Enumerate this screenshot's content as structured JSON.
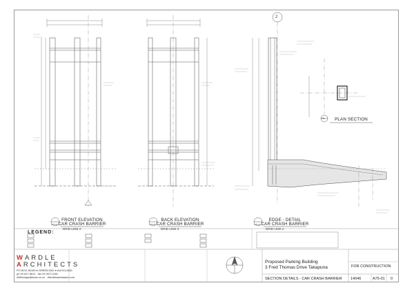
{
  "views": {
    "front": {
      "title": "FRONT ELEVATION",
      "subtitle": "CAR CRASH BARRIER",
      "grid": "GRID LINE 2",
      "ref": "A75-01"
    },
    "back": {
      "title": "BACK ELEVATION",
      "subtitle": "CAR CRASH BARRIER",
      "grid": "GRID LINE 2",
      "ref": "A75-01"
    },
    "edge": {
      "title": "EDGE - DETAIL",
      "subtitle": "CAR CRASH BARRIER",
      "grid": "GRID LINE 2",
      "ref": "A75-01"
    },
    "plan": {
      "title": "PLAN SECTION",
      "ref": "H1"
    }
  },
  "grid_bubble": "2",
  "legend": {
    "title": "LEGEND:"
  },
  "practice": {
    "logo_line1": [
      "W",
      "ARDLE"
    ],
    "logo_line2": [
      "A",
      "RCHITECTS"
    ],
    "address1": "PO BOX 80169  ♦  GREEN BAY  ♦  AUCKLAND",
    "phone": "ph 09 817 8611",
    "fax": "fax 09 303 1248",
    "email": "AWbesign@bess.co.nz",
    "web": "Wardlewanttsand.com"
  },
  "project": {
    "name": "Proposed Parking Building",
    "address": "3 Fred Thomas Drive  Takapuna",
    "sheet_title": "SECTION DETAILS - CAR CRASH BARRIER",
    "status": "FOR CONSTRUCTION",
    "job_number": "14046",
    "sheet_number": "A75-01",
    "revision": "0"
  },
  "colors": {
    "line": "#444444",
    "light": "#8a8a8a",
    "accent": "#c8322a",
    "hatch": "#bdbdbd"
  }
}
